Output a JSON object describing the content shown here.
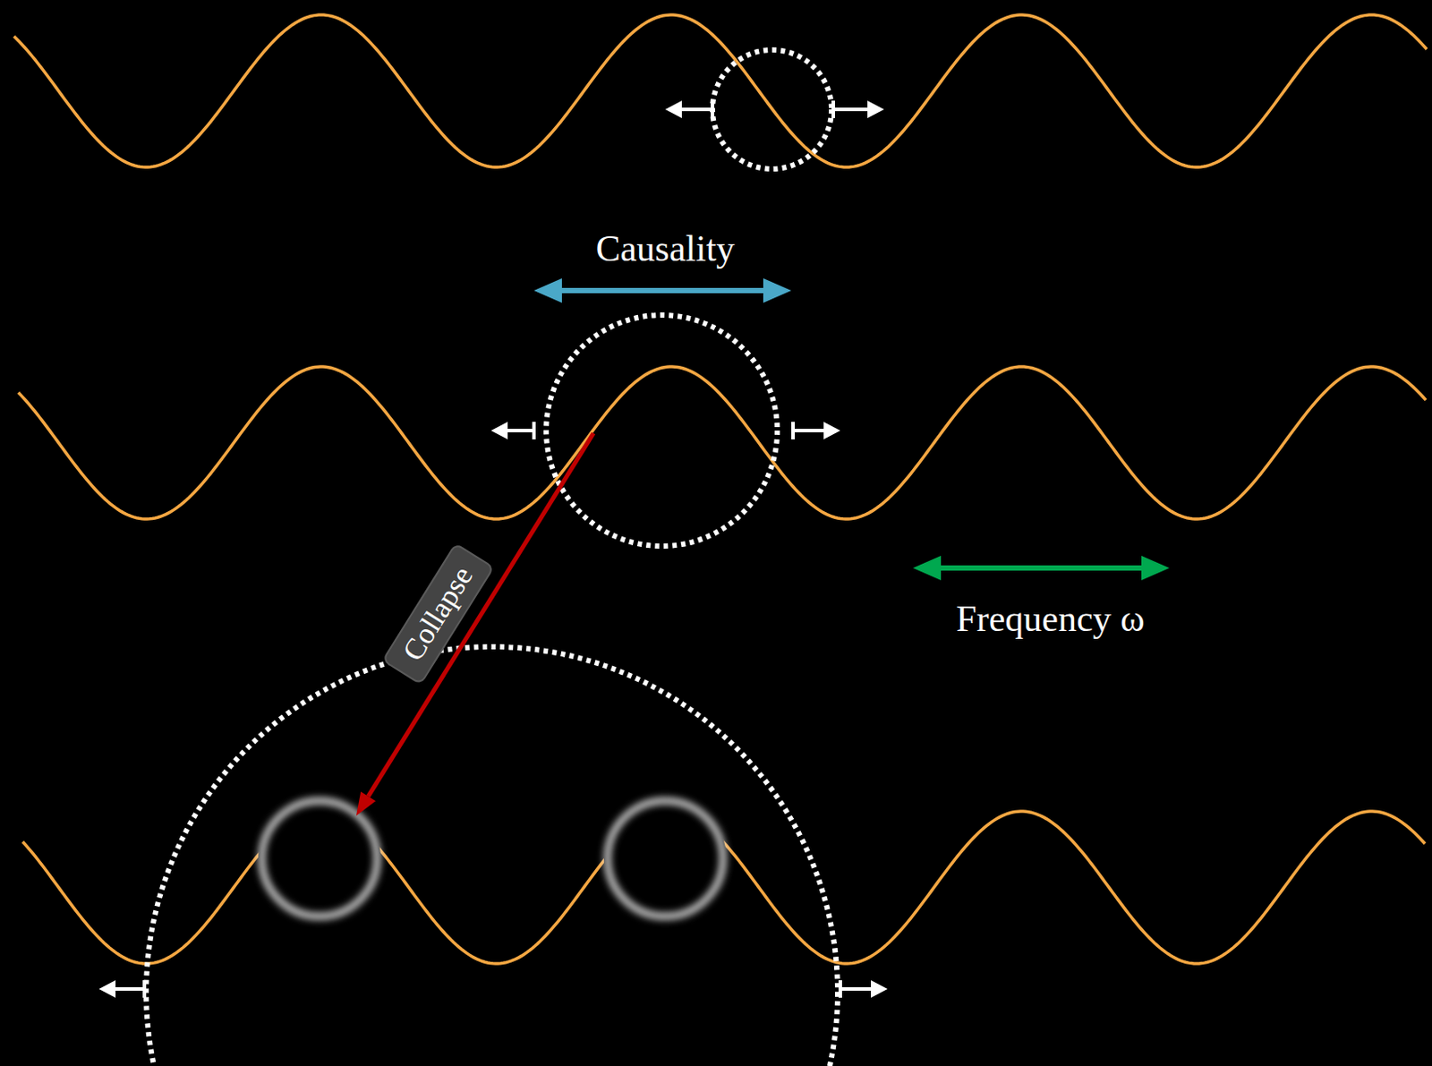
{
  "diagram": {
    "nodes": [
      {
        "text": [
          "Collapse"
        ]
      }
    ],
    "labels": [
      "Causality",
      "Frequency ω"
    ]
  }
}
